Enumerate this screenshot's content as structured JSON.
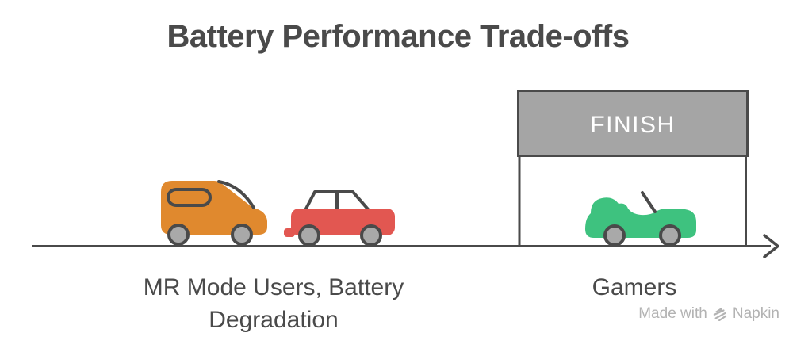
{
  "title": "Battery Performance Trade-offs",
  "finish_banner": {
    "label": "FINISH"
  },
  "groups": {
    "left": {
      "label_line1": "MR Mode Users, Battery",
      "label_line2": "Degradation"
    },
    "right": {
      "label": "Gamers"
    }
  },
  "vehicles": [
    {
      "icon": "van-icon",
      "color": "#e0892e"
    },
    {
      "icon": "sedan-car-icon",
      "color": "#e25751"
    },
    {
      "icon": "convertible-car-icon",
      "color": "#3ec27f"
    }
  ],
  "watermark": {
    "prefix": "Made with",
    "brand": "Napkin"
  },
  "colors": {
    "outline": "#4a4a4a",
    "text": "#4a4a4a",
    "banner_fill": "#a5a5a5",
    "banner_text": "#ffffff",
    "wheel_fill": "#a9a9a9",
    "window_fill": "#ffffff",
    "watermark_text": "#b3b3b3"
  }
}
